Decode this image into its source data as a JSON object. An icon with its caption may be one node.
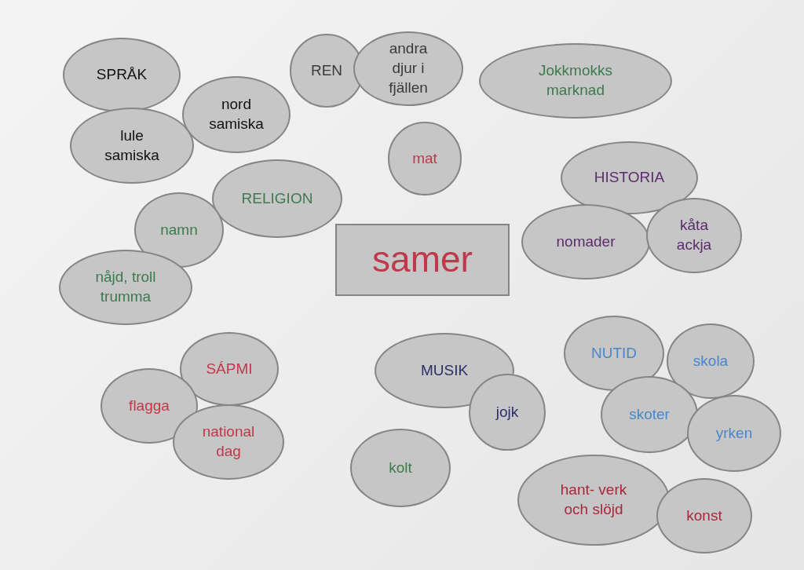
{
  "diagram": {
    "nodes": [
      {
        "text": [
          "SPRÅK"
        ]
      },
      {
        "text": [
          "nord samiska"
        ]
      },
      {
        "text": [
          "lule samiska"
        ]
      },
      {
        "text": [
          "REN"
        ]
      },
      {
        "text": [
          "andra djur i fjällen"
        ]
      },
      {
        "text": [
          "Jokkmokks marknad"
        ]
      },
      {
        "text": [
          "mat"
        ]
      },
      {
        "text": [
          "RELIGION"
        ]
      },
      {
        "text": [
          "namn"
        ]
      },
      {
        "text": [
          "nåjd, troll trumma"
        ]
      },
      {
        "text": [
          "samer"
        ]
      },
      {
        "text": [
          "HISTORIA"
        ]
      },
      {
        "text": [
          "nomader"
        ]
      },
      {
        "text": [
          "kåta ackja"
        ]
      },
      {
        "text": [
          "SÁPMI"
        ]
      },
      {
        "text": [
          "flagga"
        ]
      },
      {
        "text": [
          "national dag"
        ]
      },
      {
        "text": [
          "MUSIK"
        ]
      },
      {
        "text": [
          "jojk"
        ]
      },
      {
        "text": [
          "kolt"
        ]
      },
      {
        "text": [
          "NUTID"
        ]
      },
      {
        "text": [
          "skola"
        ]
      },
      {
        "text": [
          "skoter"
        ]
      },
      {
        "text": [
          "yrken"
        ]
      },
      {
        "text": [
          "hant- verk och slöjd"
        ]
      },
      {
        "text": [
          "konst"
        ]
      }
    ],
    "edges": []
  }
}
